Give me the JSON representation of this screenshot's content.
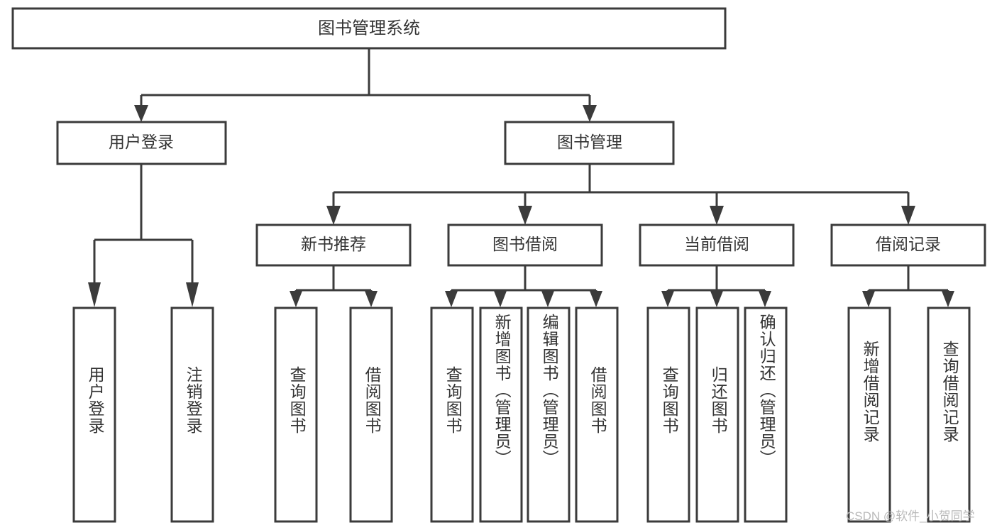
{
  "diagram": {
    "type": "hierarchy-tree",
    "title": "图书管理系统",
    "orientation": "top-down",
    "colors": {
      "box_fill": "#ffffff",
      "box_stroke": "#3b3b3b",
      "text": "#333333",
      "background": "#ffffff",
      "watermark": "#b9b9b9"
    },
    "levels": 3
  },
  "root": {
    "label": "图书管理系统"
  },
  "level1": [
    {
      "label": "用户登录"
    },
    {
      "label": "图书管理"
    }
  ],
  "level2": [
    {
      "label": "新书推荐"
    },
    {
      "label": "图书借阅"
    },
    {
      "label": "当前借阅"
    },
    {
      "label": "借阅记录"
    }
  ],
  "leaves": {
    "user_login": [
      {
        "label": "用户登录"
      },
      {
        "label": "注销登录"
      }
    ],
    "new_book_recommend": [
      {
        "label": "查询图书"
      },
      {
        "label": "借阅图书"
      }
    ],
    "book_borrow": [
      {
        "label": "查询图书"
      },
      {
        "label": "新增图书（管理员）"
      },
      {
        "label": "编辑图书（管理员）"
      },
      {
        "label": "借阅图书"
      }
    ],
    "current_borrow": [
      {
        "label": "查询图书"
      },
      {
        "label": "归还图书"
      },
      {
        "label": "确认归还（管理员）"
      }
    ],
    "borrow_record": [
      {
        "label": "新增借阅记录"
      },
      {
        "label": "查询借阅记录"
      }
    ]
  },
  "watermark": {
    "text": "CSDN @软件_小贺同学"
  }
}
